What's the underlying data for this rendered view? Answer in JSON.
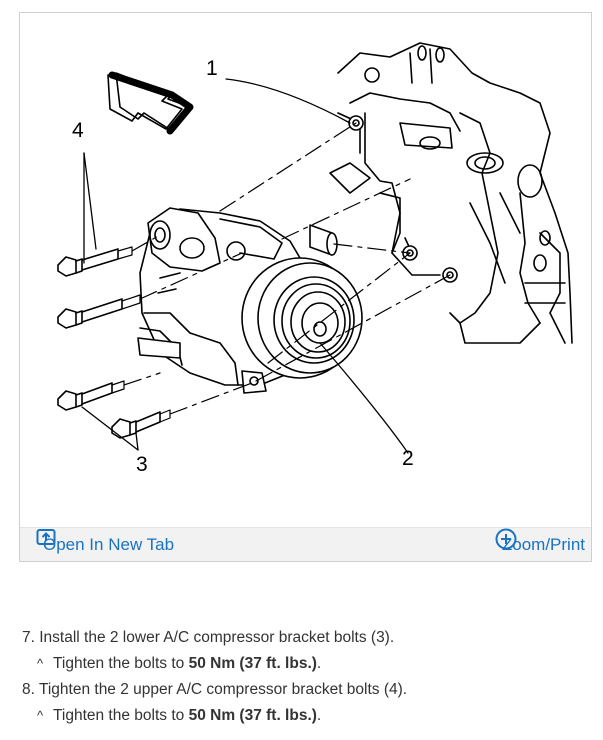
{
  "figure": {
    "callouts": {
      "c1": "1",
      "c2": "2",
      "c3": "3",
      "c4": "4"
    },
    "toolbar": {
      "open_label": "Open In New Tab",
      "zoom_label": "Zoom/Print",
      "open_icon": "open-external-icon",
      "zoom_icon": "zoom-plus-icon"
    }
  },
  "instructions": [
    {
      "step": "7. Install the 2 lower A/C compressor bracket bolts (3).",
      "sub_prefix": "Tighten the bolts to ",
      "torque": "50 Nm (37 ft. lbs.)",
      "sub_suffix": "."
    },
    {
      "step": "8. Tighten the 2 upper A/C compressor bracket bolts (4).",
      "sub_prefix": "Tighten the bolts to ",
      "torque": "50 Nm (37 ft. lbs.)",
      "sub_suffix": "."
    }
  ],
  "colors": {
    "link": "#1a73c0",
    "toolbar_bg": "#f2f2f2",
    "text": "#333333"
  }
}
